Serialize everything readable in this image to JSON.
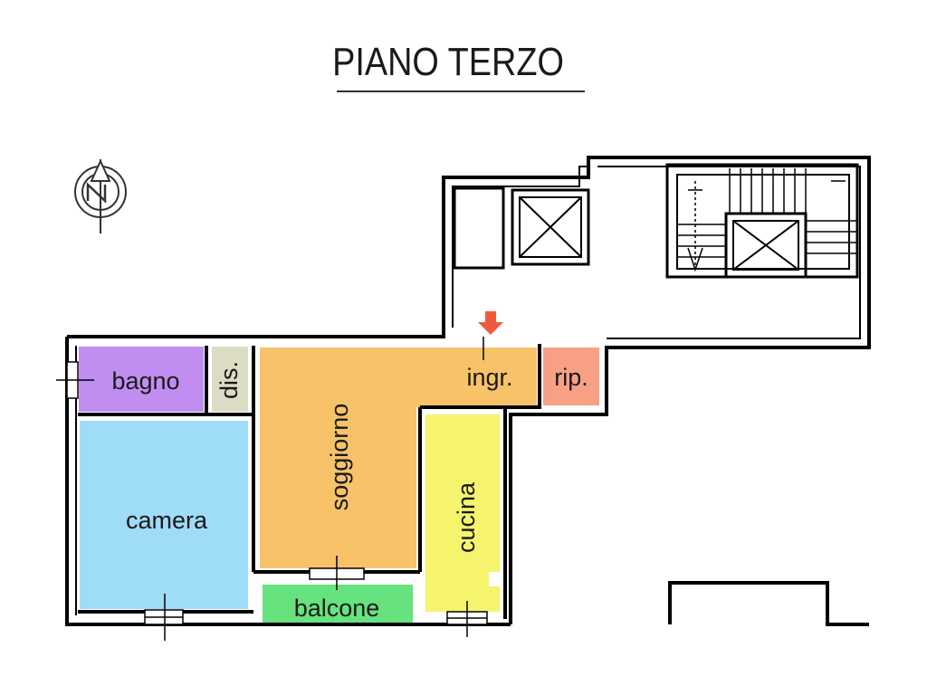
{
  "title": "PIANO TERZO",
  "rooms": {
    "bagno": {
      "label": "bagno",
      "color": "#c08ef0"
    },
    "dis": {
      "label": "dis.",
      "color": "#dcdcc4"
    },
    "soggiorno": {
      "label": "soggiorno",
      "color": "#f7c268"
    },
    "ingresso": {
      "label": "ingr.",
      "color": "#f7c268"
    },
    "ripostiglio": {
      "label": "rip.",
      "color": "#f7a086"
    },
    "camera": {
      "label": "camera",
      "color": "#9edcf8"
    },
    "cucina": {
      "label": "cucina",
      "color": "#f6f46c"
    },
    "balcone": {
      "label": "balcone",
      "color": "#66e27e"
    }
  },
  "entrance_arrow_color": "#f05a3c",
  "compass": {
    "symbol": "north-arrow"
  }
}
